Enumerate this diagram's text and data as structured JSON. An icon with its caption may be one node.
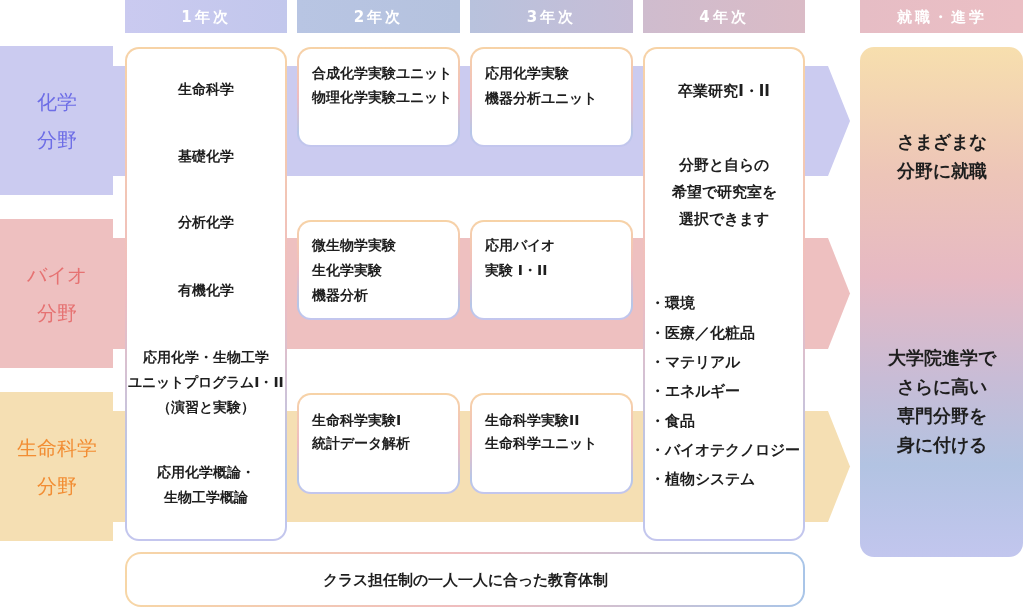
{
  "diagram": {
    "nodes": [
      {
        "text": [
          "1年次"
        ]
      },
      {
        "text": [
          "2年次"
        ]
      },
      {
        "text": [
          "3年次"
        ]
      },
      {
        "text": [
          "4年次"
        ]
      },
      {
        "text": [
          "就職・進学"
        ]
      },
      {
        "text": [
          "化学分野"
        ]
      },
      {
        "text": [
          "生命科学",
          "基礎化学",
          "分析化学",
          "有機化学",
          "応用化学・生物工学ユニットプログラムI・II（演習と実験）",
          "応用化学概論・生物工学概論"
        ]
      },
      {
        "text": [
          "合成化学実験ユニット",
          "物理化学実験ユニット"
        ]
      },
      {
        "text": [
          "応用化学実験",
          "機器分析ユニット"
        ]
      },
      {
        "text": [
          "卒業研究I・II",
          "分野と自らの希望で研究室を選択できます",
          "・環境",
          "・医療／化粧品",
          "・マテリアル",
          "・エネルギー",
          "・食品",
          "・バイオテクノロジー",
          "・植物システム"
        ]
      },
      {
        "text": [
          "さまざまな分野に就職",
          "大学院進学でさらに高い専門分野を身に付ける"
        ]
      },
      {
        "text": [
          "バイオ分野"
        ]
      },
      {
        "text": [
          "微生物学実験",
          "生化学実験",
          "機器分析"
        ]
      },
      {
        "text": [
          "応用バイオ実験 I・II"
        ]
      },
      {
        "text": [
          "生命科学分野"
        ]
      },
      {
        "text": [
          "生命科学実験I",
          "統計データ解析"
        ]
      },
      {
        "text": [
          "生命科学実験II",
          "生命科学ユニット"
        ]
      },
      {
        "text": [
          "クラス担任制の一人一人に合った教育体制"
        ]
      }
    ]
  }
}
